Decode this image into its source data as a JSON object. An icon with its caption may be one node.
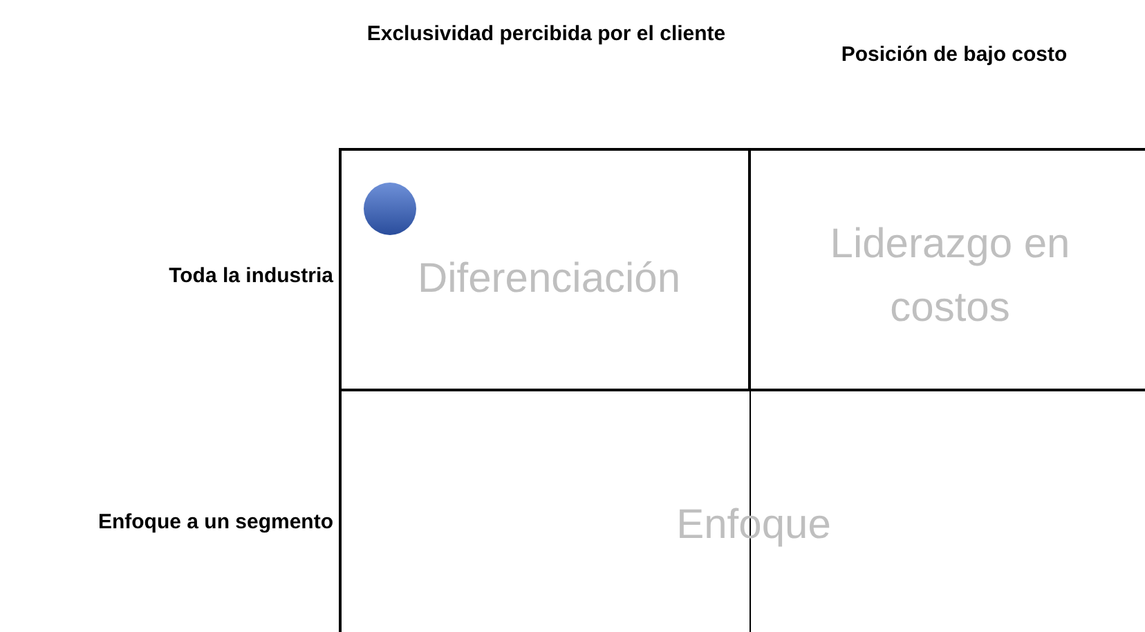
{
  "diagram": {
    "nodes": [
      {
        "text": [
          "Diferenciación"
        ]
      },
      {
        "text": [
          "Liderazgo en costos"
        ]
      },
      {
        "text": [
          "Enfoque"
        ]
      }
    ],
    "labels": [
      "Exclusividad percibida por el cliente",
      "Posición de bajo costo",
      "Toda la industria",
      "Enfoque a un segmento"
    ]
  }
}
